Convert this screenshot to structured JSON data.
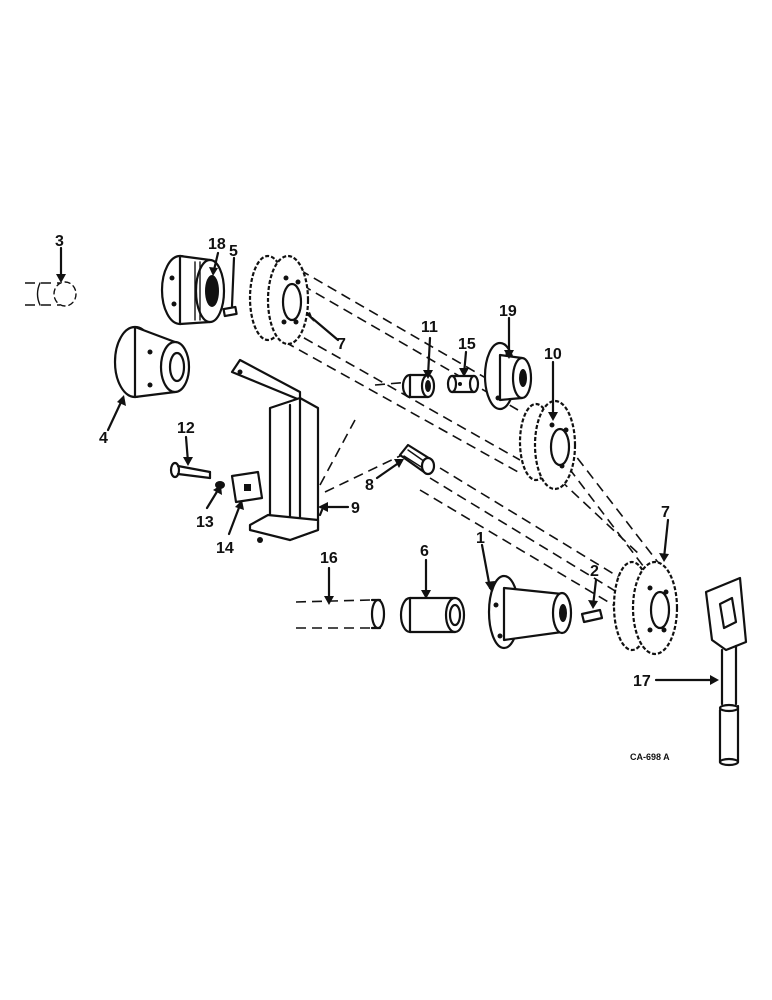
{
  "callouts": {
    "c1": "1",
    "c2": "2",
    "c3": "3",
    "c4": "4",
    "c5": "5",
    "c6": "6",
    "c7a": "7",
    "c7b": "7",
    "c8": "8",
    "c9": "9",
    "c10": "10",
    "c11": "11",
    "c12": "12",
    "c13": "13",
    "c14": "14",
    "c15": "15",
    "c16": "16",
    "c17": "17",
    "c18": "18",
    "c19": "19"
  },
  "figure_code": "CA-698 A"
}
